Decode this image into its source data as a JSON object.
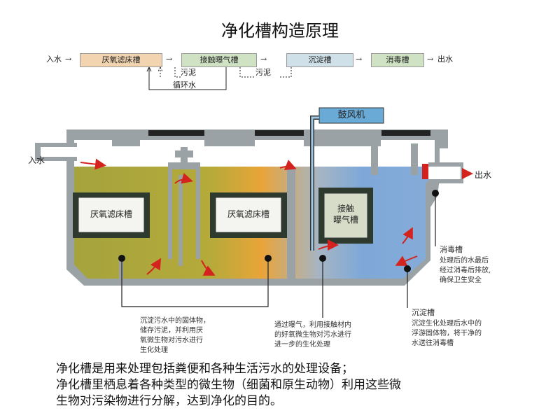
{
  "title": "净化槽构造原理",
  "flow": {
    "inlet": "入水",
    "stage1": "厌氧滤床槽",
    "stage2": "接触曝气槽",
    "stage3": "沉淀槽",
    "stage4": "消毒槽",
    "outlet": "出水",
    "sludge1": "污泥",
    "sludge2": "污泥",
    "recycle": "循环水",
    "arrow": "→"
  },
  "tank": {
    "inlet_label": "入水",
    "outlet_label": "出水",
    "blower": "鼓风机",
    "filter1": "厌氧滤床槽",
    "filter2": "厌氧滤床槽",
    "aeration_line1": "接触",
    "aeration_line2": "曝气槽",
    "disinfect_title": "消毒槽",
    "disinfect_text": "处理后的水最后\n经过消毒后排放,\n确保卫生安全",
    "settle_title": "沉淀槽",
    "settle_text": "沉淀生化处理后水中的\n浮游固体物，将干净的\n水送往消毒槽",
    "anaerobic_text": "沉淀污水中的固体物，\n储存污泥，并利用厌\n氧微生物对污水进行\n生化处理",
    "aeration_text": "通过曝气，利用接触材内\n的好氧微生物对污水进行\n进一步的生化处理",
    "colors": {
      "anaerobic": "#a8a43a",
      "orange": "#e8a23a",
      "blue": "#7fa8d8",
      "wall": "#9aa2a6",
      "outline": "#222222",
      "arrow": "#d4231f",
      "blower": "#6aaad6"
    }
  },
  "description": "净化槽是用来处理包括粪便和各种生活污水的处理设备；\n净化槽里栖息着各种类型的微生物（细菌和原生动物）利用这些微\n生物对污染物进行分解，达到净化的目的。"
}
